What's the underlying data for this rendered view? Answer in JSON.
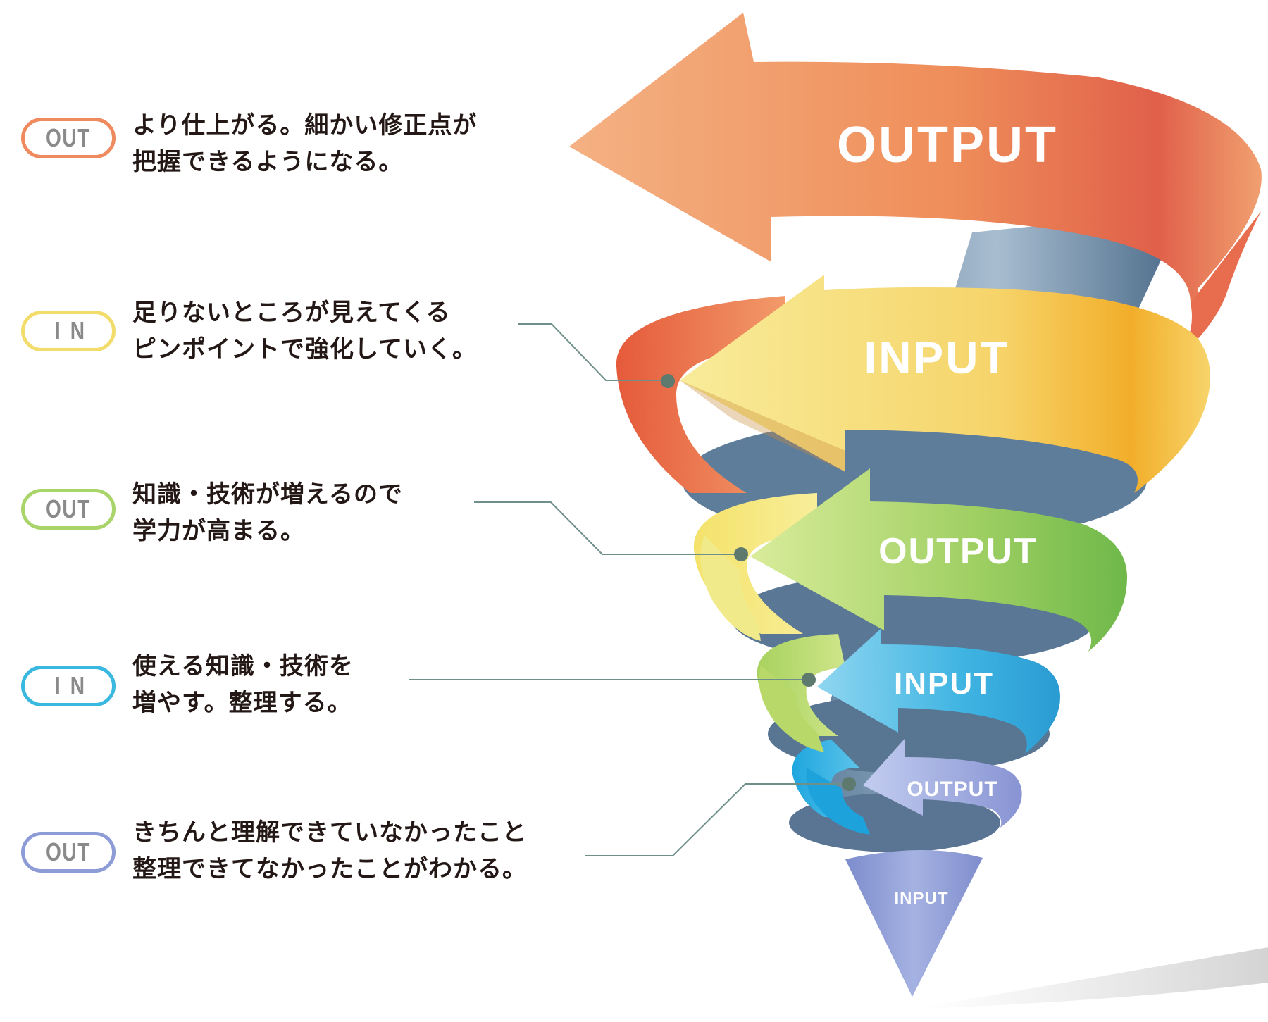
{
  "rows": [
    {
      "badge": "OUT",
      "badge_color": "#ee8a5e",
      "lines": [
        "より仕上がる。細かい修正点が",
        "把握できるようになる。"
      ]
    },
    {
      "badge": "IN",
      "badge_color": "#f2dc6c",
      "lines": [
        "足りないところが見えてくる",
        "ピンポイントで強化していく。"
      ]
    },
    {
      "badge": "OUT",
      "badge_color": "#a9d46a",
      "lines": [
        "知識・技術が増えるので",
        "学力が高まる。"
      ]
    },
    {
      "badge": "IN",
      "badge_color": "#3bb8e0",
      "lines": [
        "使える知識・技術を",
        "増やす。整理する。"
      ]
    },
    {
      "badge": "OUT",
      "badge_color": "#8d9cd6",
      "lines": [
        "きちんと理解できていなかったこと",
        "整理できてなかったことがわかる。"
      ]
    }
  ],
  "spiral": {
    "bands": [
      {
        "label": "OUTPUT",
        "color": "#ee8a5e"
      },
      {
        "label": "INPUT",
        "color": "#f3c64a"
      },
      {
        "label": "OUTPUT",
        "color": "#93c95a"
      },
      {
        "label": "INPUT",
        "color": "#3bb8e0"
      },
      {
        "label": "OUTPUT",
        "color": "#8d9cd6"
      },
      {
        "label": "INPUT",
        "color": "#8d9cd6"
      }
    ],
    "core_color": "#6f90ad",
    "connector_color": "#6f8f8a"
  }
}
